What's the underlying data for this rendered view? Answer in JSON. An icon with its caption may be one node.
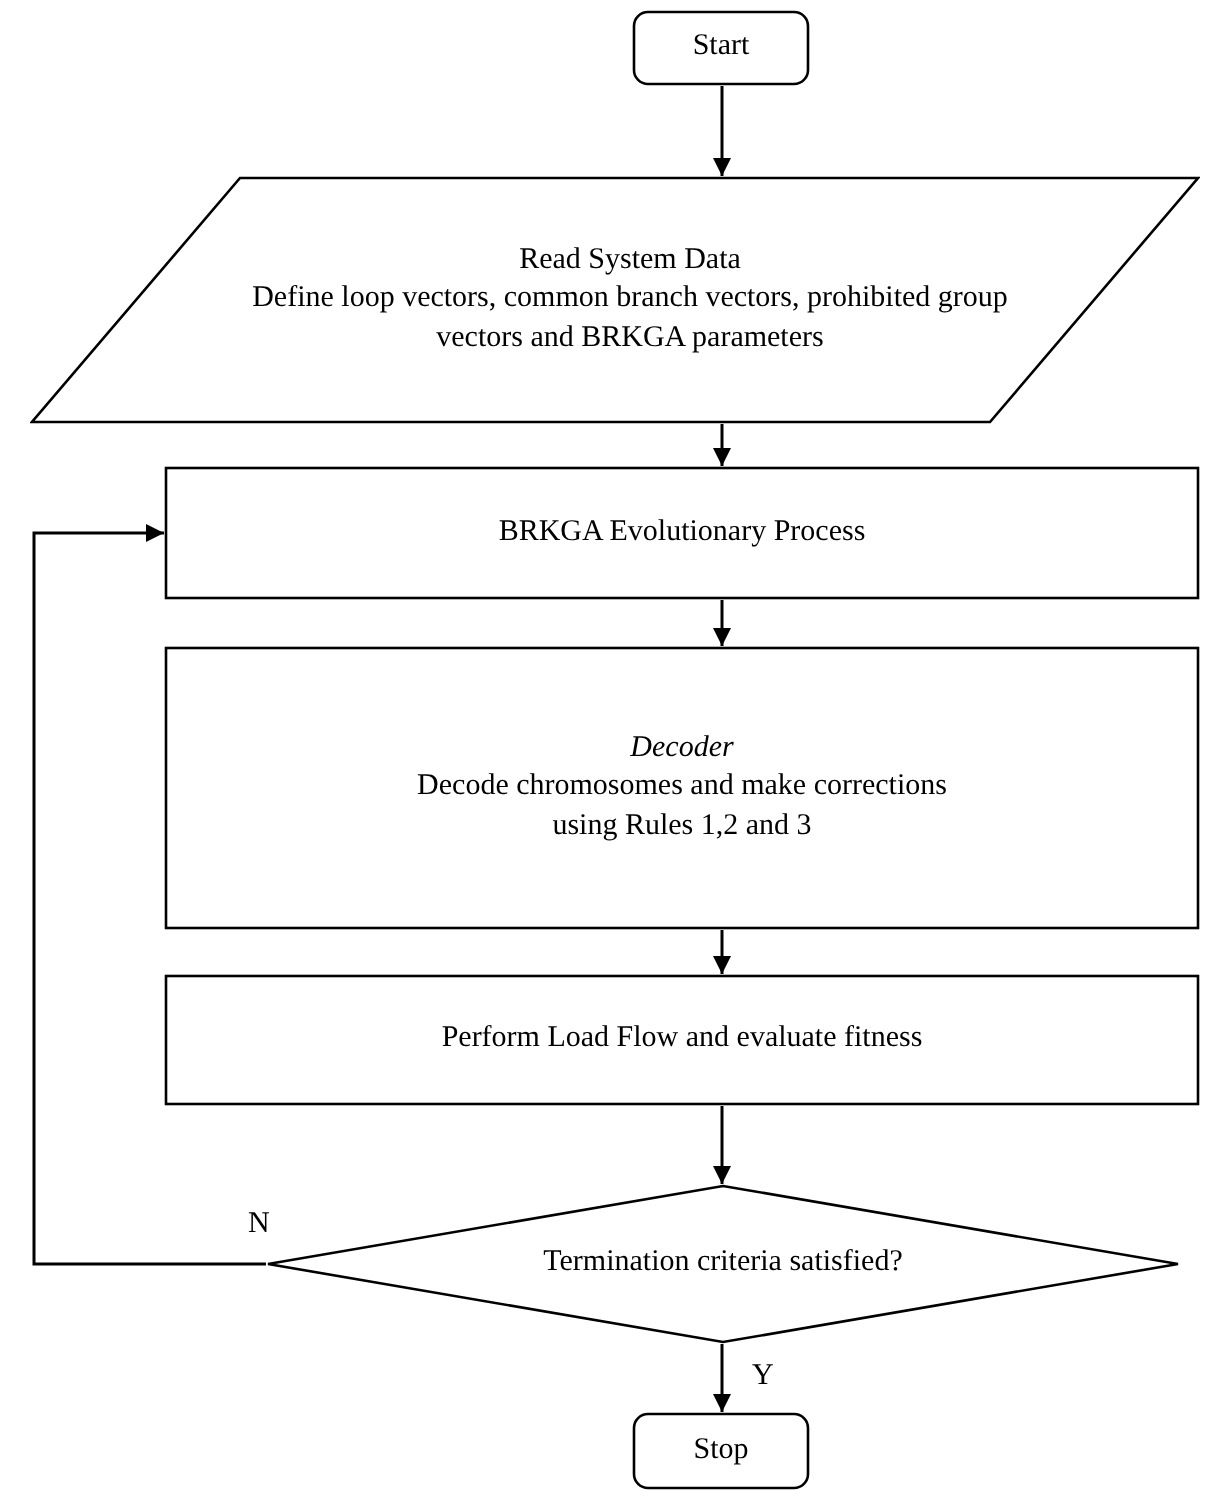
{
  "diagram": {
    "nodes": [
      {
        "text": [
          "Start"
        ]
      },
      {
        "text": [
          "Read System Data",
          "Define loop vectors, common branch vectors, prohibited group vectors and BRKGA parameters"
        ]
      },
      {
        "text": [
          "BRKGA  Evolutionary Process"
        ]
      },
      {
        "text": [
          "Decoder",
          "Decode chromosomes and make corrections using Rules 1,2 and 3"
        ]
      },
      {
        "text": [
          "Perform Load Flow and evaluate fitness"
        ]
      },
      {
        "text": [
          "Termination criteria satisfied?"
        ]
      },
      {
        "text": [
          "Stop"
        ]
      }
    ],
    "edges": [
      {
        "from": 0,
        "to": 1,
        "arrow": "to"
      },
      {
        "from": 1,
        "to": 2,
        "arrow": "to"
      },
      {
        "from": 2,
        "to": 3,
        "arrow": "to"
      },
      {
        "from": 3,
        "to": 4,
        "arrow": "to"
      },
      {
        "from": 4,
        "to": 5,
        "arrow": "to"
      },
      {
        "from": 5,
        "to": 2,
        "arrow": "to",
        "label": "N"
      },
      {
        "from": 5,
        "to": 6,
        "arrow": "to",
        "label": "Y"
      }
    ]
  }
}
